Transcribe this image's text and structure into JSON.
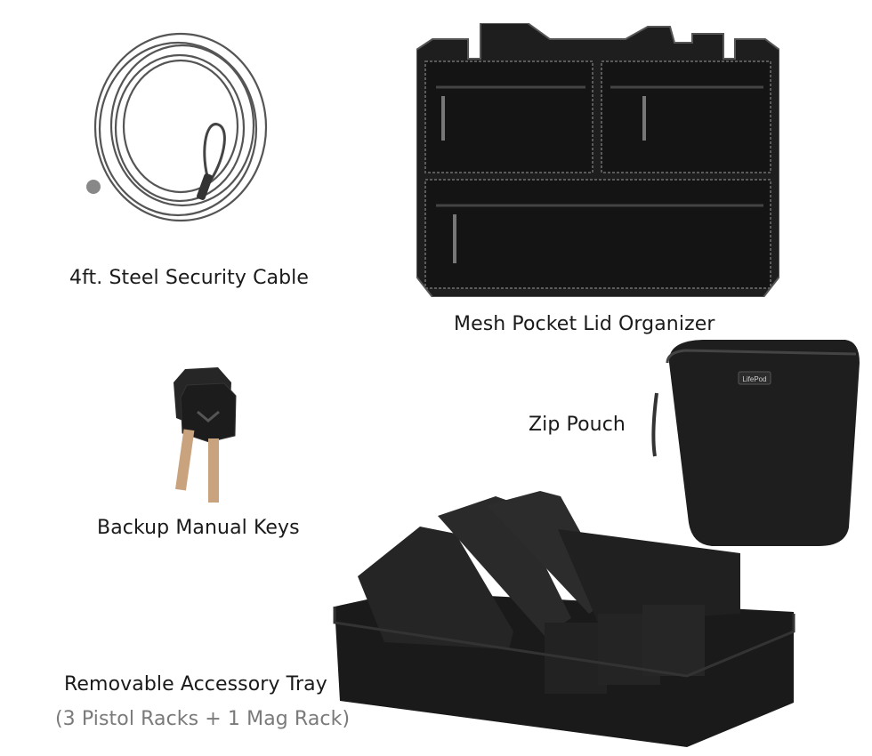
{
  "products": [
    {
      "id": "cable",
      "label": "4ft. Steel Security Cable"
    },
    {
      "id": "lid",
      "label": "Mesh Pocket Lid Organizer"
    },
    {
      "id": "keys",
      "label": "Backup Manual Keys"
    },
    {
      "id": "pouch",
      "label": "Zip Pouch",
      "brand_text": "LifePod"
    },
    {
      "id": "tray",
      "label": "Removable Accessory Tray",
      "sublabel": "(3 Pistol Racks + 1 Mag Rack)"
    }
  ],
  "colors": {
    "text": "#1a1a1a",
    "subtext": "#7a7a7a",
    "product_dark": "#1e1e1e",
    "key_blade": "#c9a27e"
  }
}
